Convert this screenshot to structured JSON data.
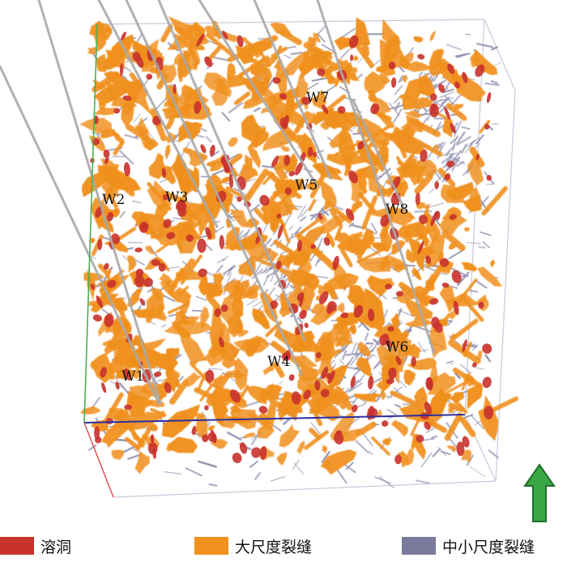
{
  "wells": [
    {
      "name": "W1"
    },
    {
      "name": "W2"
    },
    {
      "name": "W3"
    },
    {
      "name": "W4"
    },
    {
      "name": "W5"
    },
    {
      "name": "W6"
    },
    {
      "name": "W7"
    },
    {
      "name": "W8"
    }
  ],
  "legend": [
    {
      "label": "溶洞",
      "color": "#c8322c"
    },
    {
      "label": "大尺度裂缝",
      "color": "#f0901e"
    },
    {
      "label": "中小尺度裂缝",
      "color": "#7a7a9c"
    }
  ],
  "colors": {
    "karst_cave": "#c8322c",
    "large_fracture": "#f0901e",
    "small_fracture": "#8a8aab",
    "well_trajectory": "#a9a9a9",
    "box_edge": "#c8c8dd",
    "axis_x": "#2d2fa0",
    "axis_y": "#4caf50",
    "axis_z": "#e34b4b",
    "north_arrow": "#39a845"
  },
  "north_arrow": {
    "icon": "north-arrow-icon"
  }
}
